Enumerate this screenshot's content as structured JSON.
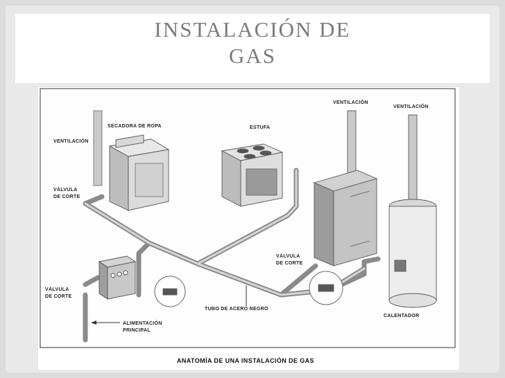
{
  "slide": {
    "title_line1": "INSTALACIÓN DE",
    "title_line2": "GAS"
  },
  "diagram": {
    "caption": "ANATOMÍA DE UNA INSTALACIÓN DE GAS",
    "labels": {
      "ventilacion_left": "VENTILACIÓN",
      "secadora": "SECADORA DE ROPA",
      "estufa": "ESTUFA",
      "ventilacion_center": "VENTILACIÓN",
      "ventilacion_right": "VENTILACIÓN",
      "valvula_left": [
        "VÁLVULA",
        "DE CORTE"
      ],
      "valvula_center": [
        "VÁLVULA",
        "DE CORTE"
      ],
      "valvula_bottom": [
        "VÁLVULA",
        "DE CORTE"
      ],
      "tubo": "TUBO DE ACERO NEGRO",
      "alimentacion": [
        "ALIMENTACIÓN",
        "PRINCIPAL"
      ],
      "calentador": "CALENTADOR"
    }
  }
}
